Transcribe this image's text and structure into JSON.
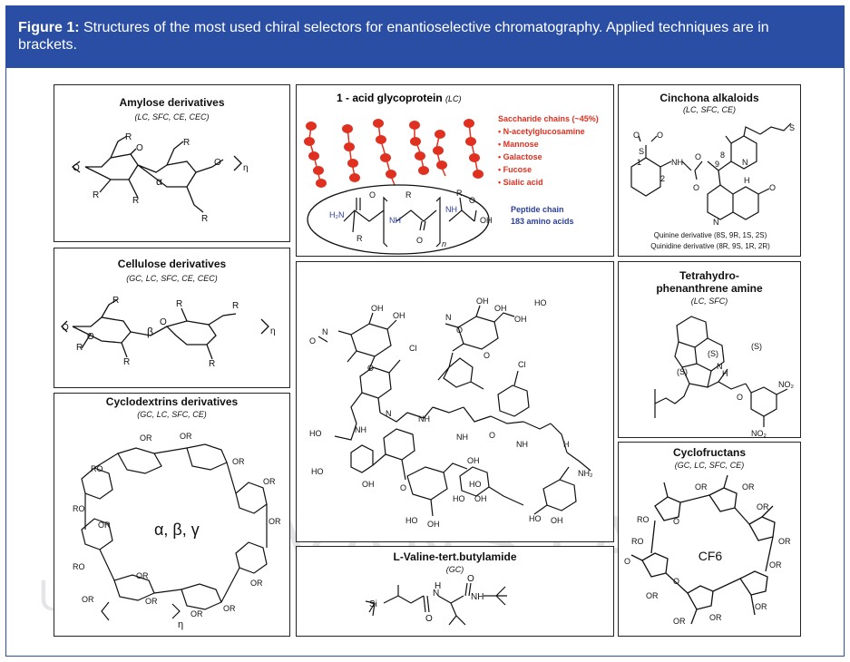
{
  "caption": {
    "label": "Figure 1:",
    "text": " Structures of the most used chiral selectors for enantioselective chromatography. Applied techniques are in brackets."
  },
  "panels": {
    "amylose": {
      "title": "Amylose derivatives",
      "sub": "(LC, SFC, CE, CEC)"
    },
    "cellulose": {
      "title": "Cellulose derivatives",
      "sub": "(GC, LC, SFC, CE, CEC)"
    },
    "cyclodextrins": {
      "title": "Cyclodextrins derivatives",
      "sub": "(GC, LC, SFC, CE)",
      "greek": "α, β, γ"
    },
    "glycoprotein": {
      "title": "1 - acid glycoprotein",
      "sub": "(LC)",
      "sugars_title": "Saccharide chains (~45%)",
      "sugars": [
        "• N-acetylglucosamine",
        "• Mannose",
        "• Galactose",
        "• Fucose",
        "• Sialic acid"
      ],
      "peptide1": "Peptide chain",
      "peptide2": "183 amino acids"
    },
    "cinchona": {
      "title": "Cinchona alkaloids",
      "sub": "(LC, SFC, CE)",
      "q1": "Quinine derivative (8S, 9R, 1S, 2S)",
      "q2": "Quinidine derivative (8R, 9S, 1R, 2R)"
    },
    "tetrahydro": {
      "title1": "Tetrahydro-",
      "title2": "phenanthrene amine",
      "sub": "(LC, SFC)"
    },
    "valine": {
      "title": "L-Valine-tert.butylamide",
      "sub": "(GC)"
    },
    "cyclofructans": {
      "title": "Cyclofructans",
      "sub": "(GC, LC, SFC, CE)",
      "center": "CF6"
    }
  },
  "watermark": {
    "text": "ADVANSTAR",
    "ubm": "UBM"
  },
  "colors": {
    "banner": "#2a4ea3",
    "sugar_red": "#e03020",
    "peptide_blue": "#2a3f9a"
  }
}
